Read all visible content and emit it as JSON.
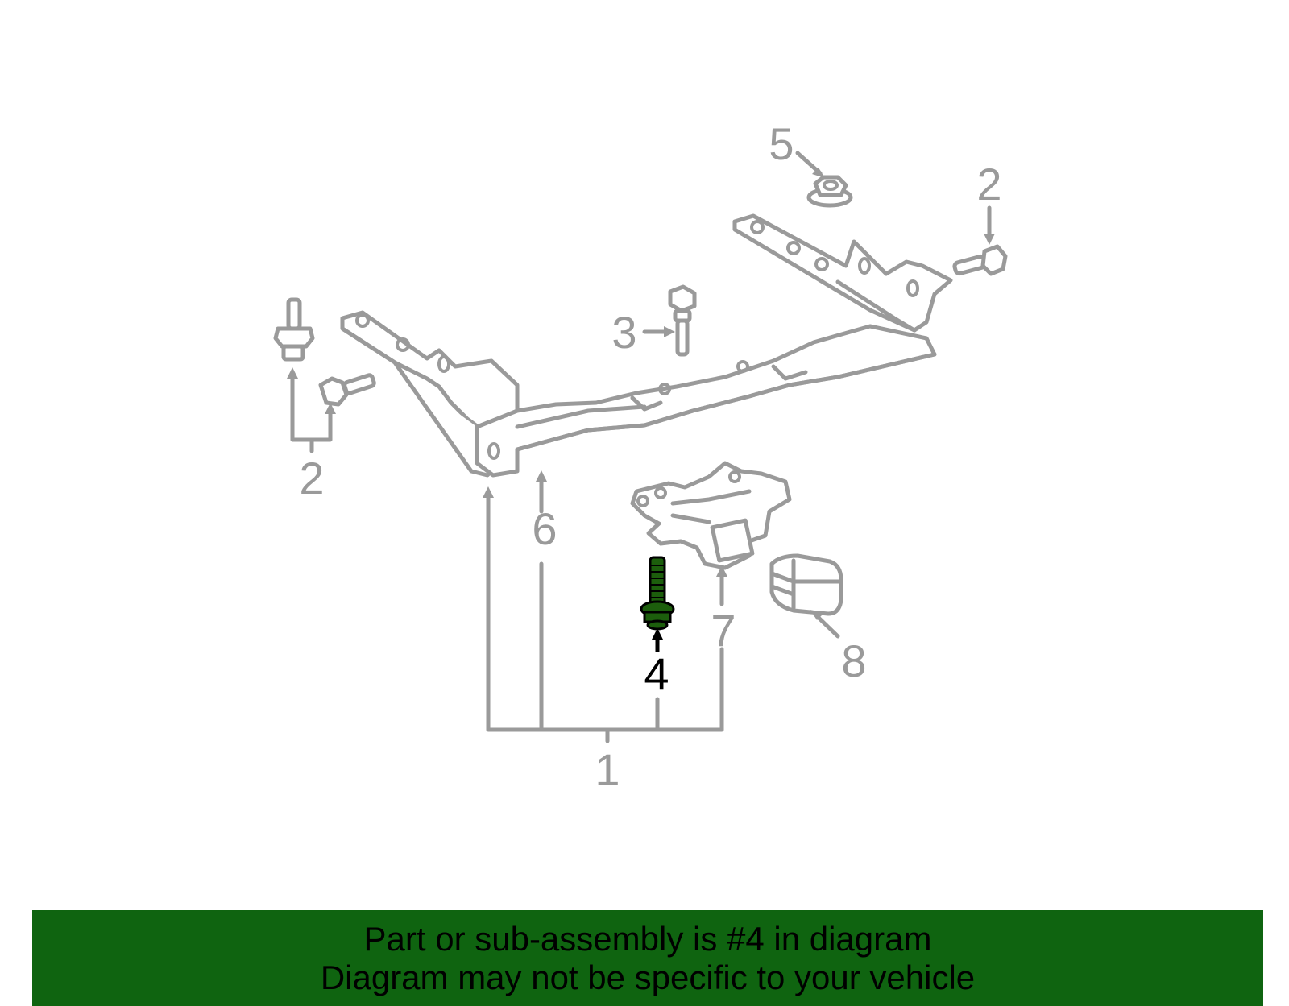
{
  "diagram": {
    "callouts": [
      "5",
      "2",
      "3",
      "2",
      "6",
      "7",
      "4",
      "8",
      "1"
    ],
    "highlighted_callout": "4",
    "highlight_color": "#1c5e0c",
    "line_color": "#9a9a9a"
  },
  "banner": {
    "line1": "Part or sub-assembly is #4 in diagram",
    "line2": "Diagram may not be specific to your vehicle",
    "background": "#0f6410"
  }
}
